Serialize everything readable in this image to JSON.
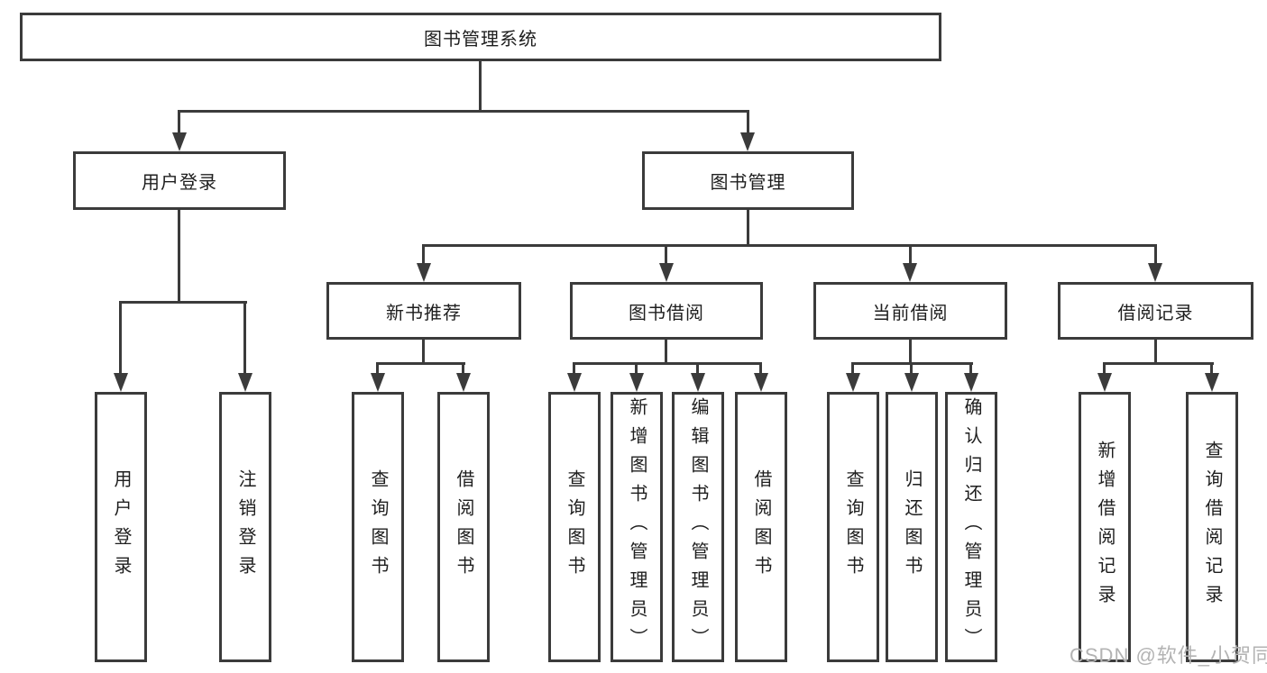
{
  "diagram_type": "hierarchical-function-tree",
  "colors": {
    "line": "#3b3b3b",
    "box_border": "#3b3b3b",
    "text": "#1e1e1e",
    "background": "#ffffff",
    "watermark": "#b3b3b3"
  },
  "watermark": "CSDN @软件_小贺同学",
  "tree": {
    "root": {
      "label": "图书管理系统"
    },
    "branches": [
      {
        "label": "用户登录",
        "children": [
          {
            "label": "用户登录"
          },
          {
            "label": "注销登录"
          }
        ]
      },
      {
        "label": "图书管理",
        "sections": [
          {
            "label": "新书推荐",
            "children": [
              {
                "label": "查询图书"
              },
              {
                "label": "借阅图书"
              }
            ]
          },
          {
            "label": "图书借阅",
            "children": [
              {
                "label": "查询图书"
              },
              {
                "label": "新增图书（管理员）"
              },
              {
                "label": "编辑图书（管理员）"
              },
              {
                "label": "借阅图书"
              }
            ]
          },
          {
            "label": "当前借阅",
            "children": [
              {
                "label": "查询图书"
              },
              {
                "label": "归还图书"
              },
              {
                "label": "确认归还（管理员）"
              }
            ]
          },
          {
            "label": "借阅记录",
            "children": [
              {
                "label": "新增借阅记录"
              },
              {
                "label": "查询借阅记录"
              }
            ]
          }
        ]
      }
    ]
  }
}
